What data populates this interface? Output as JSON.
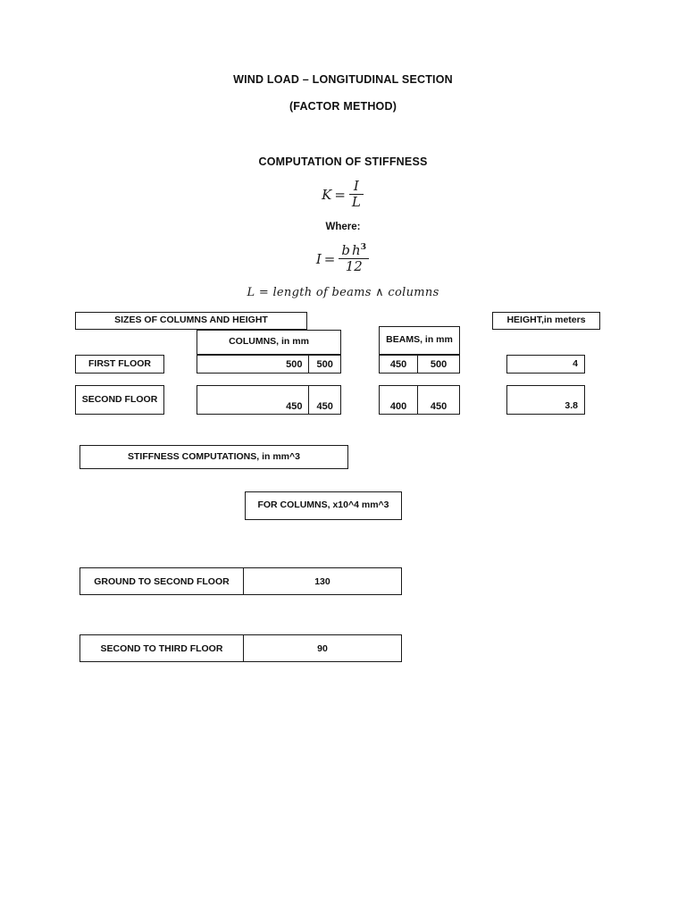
{
  "document": {
    "title_main": "WIND LOAD – LONGITUDINAL SECTION",
    "title_sub": "(FACTOR METHOD)",
    "section_title": "COMPUTATION OF STIFFNESS"
  },
  "formulas": {
    "stiffness_lhs": "K",
    "equals": "=",
    "stiffness_num": "I",
    "stiffness_den": "L",
    "where_label": "Where:",
    "inertia_lhs": "I",
    "inertia_num_b": "b",
    "inertia_num_h": "h",
    "inertia_num_exp": "3",
    "inertia_den": "12",
    "length_def": "L = length of beams ∧ columns"
  },
  "sizes_table": {
    "header_sizes": "SIZES OF COLUMNS AND HEIGHT",
    "header_columns": "COLUMNS, in mm",
    "header_beams": "BEAMS, in mm",
    "header_height": "HEIGHT,in meters",
    "rows": [
      {
        "floor": "FIRST FLOOR",
        "column_b": "500",
        "column_h": "500",
        "beam_b": "450",
        "beam_h": "500",
        "height": "4"
      },
      {
        "floor": "SECOND FLOOR",
        "column_b": "450",
        "column_h": "450",
        "beam_b": "400",
        "beam_h": "450",
        "height": "3.8"
      }
    ]
  },
  "stiffness_table": {
    "header": "STIFFNESS COMPUTATIONS, in mm^3",
    "column_header": "FOR COLUMNS, x10^4 mm^3",
    "rows": [
      {
        "label": "GROUND TO SECOND FLOOR",
        "value": "130"
      },
      {
        "label": "SECOND TO THIRD FLOOR",
        "value": "90"
      }
    ]
  }
}
